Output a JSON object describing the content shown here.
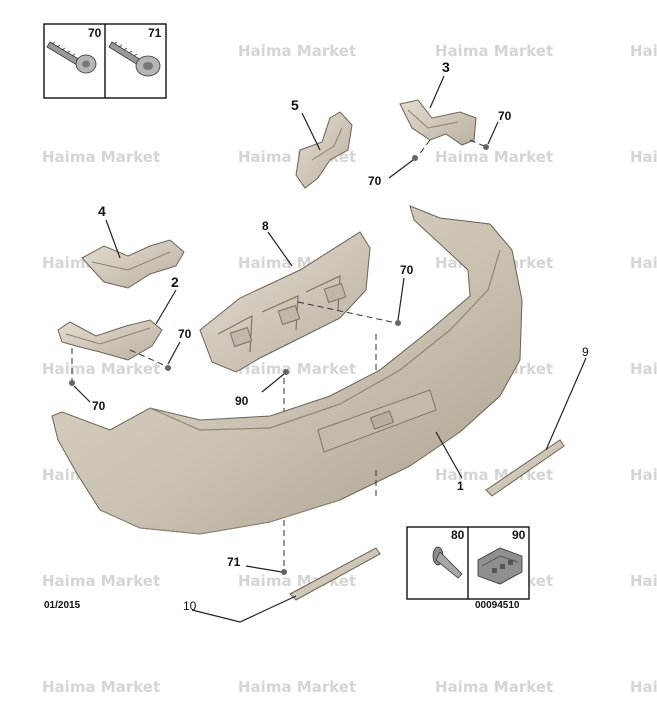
{
  "watermark": {
    "text": "Haima Market",
    "edge_fragment": "Hai"
  },
  "callouts": {
    "bumper": "1",
    "bracket_left_lower": "2",
    "bracket_right_upper": "3",
    "bracket_left_upper": "4",
    "bracket_center_upper": "5",
    "absorber_beam": "8",
    "trim_strip_right": "9",
    "trim_strip_left": "10",
    "screw_70_a": "70",
    "screw_70_b": "70",
    "screw_70_c": "70",
    "screw_70_d": "70",
    "screw_70_e": "70",
    "screw_71": "71",
    "clip_90": "90"
  },
  "fastener_box_top": {
    "left_ref": "70",
    "right_ref": "71"
  },
  "fastener_box_bottom": {
    "left_ref": "80",
    "right_ref": "90"
  },
  "meta": {
    "date": "01/2015",
    "drawing_number": "00094510"
  },
  "colors": {
    "bumper_fill": "#cbc3b3",
    "bumper_shade": "#a79f8f",
    "part_fill": "#d6cfc1",
    "watermark": "#d5d5d5",
    "line": "#222222"
  }
}
